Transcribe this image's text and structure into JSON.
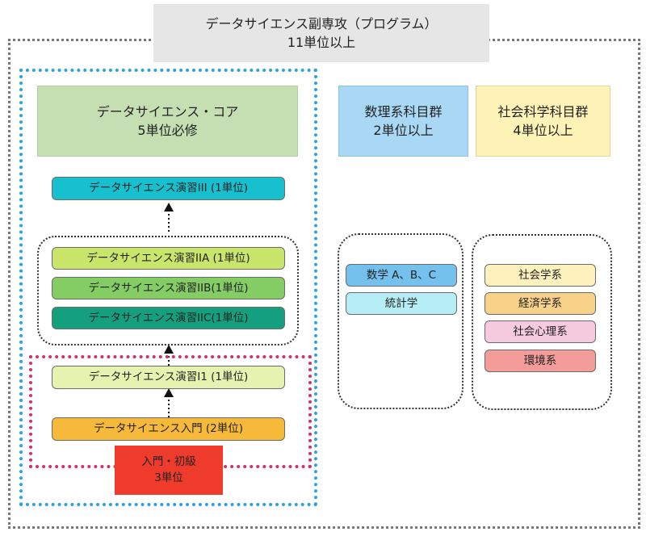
{
  "program": {
    "title": "データサイエンス副専攻（プログラム）",
    "requirement": "11単位以上"
  },
  "core": {
    "title": "データサイエンス・コア",
    "requirement": "5単位必修",
    "courses": {
      "seminar3": "データサイエンス演習III (1単位)",
      "seminar2a": "データサイエンス演習IIA (1単位)",
      "seminar2b": "データサイエンス演習IIB(1単位)",
      "seminar2c": "データサイエンス演習IIC(1単位)",
      "seminar1": "データサイエンス演習I1 (1単位)",
      "intro": "データサイエンス入門 (2単位)"
    }
  },
  "intro_group": {
    "title": "入門・初級",
    "requirement": "3単位"
  },
  "math_group": {
    "title": "数理系科目群",
    "requirement": "2単位以上",
    "courses": [
      "数学 A、B、C",
      "統計学"
    ]
  },
  "social_group": {
    "title": "社会科学科目群",
    "requirement": "4単位以上",
    "courses": [
      "社会学系",
      "経済学系",
      "社会心理系",
      "環境系"
    ]
  },
  "colors": {
    "core_header": "#c5dfb3",
    "math_header": "#a9d8f5",
    "social_header": "#fef3b6",
    "seminar3": "#17c0cf",
    "seminar2a": "#c9e66b",
    "seminar2b": "#84cc64",
    "seminar2c": "#14a07e",
    "seminar1": "#e6f3b0",
    "intro": "#f6b93a",
    "intro_group": "#ef3b2c",
    "core_frame": "#2aa4e0",
    "intro_frame": "#d0326a",
    "math_course1": "#74c1ee",
    "math_course2": "#b5eef5",
    "social_course1": "#fdf2bd",
    "social_course2": "#f9d28a",
    "social_course3": "#f6cbe0",
    "social_course4": "#f49c9a"
  }
}
